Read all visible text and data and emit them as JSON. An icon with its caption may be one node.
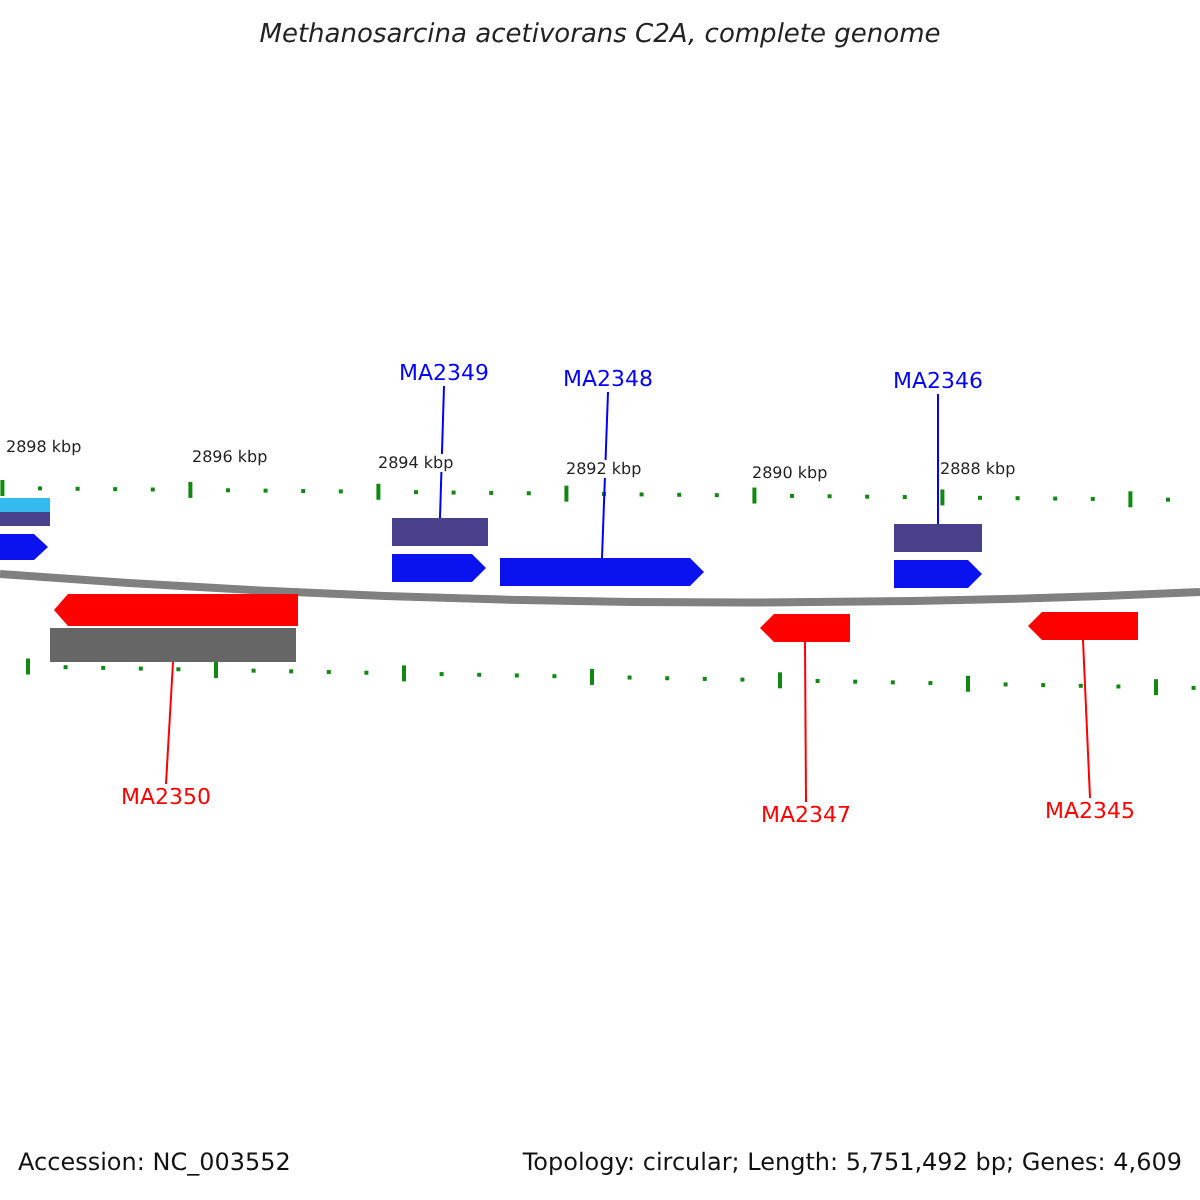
{
  "diagram": {
    "title": "Methanosarcina acetivorans C2A, complete genome",
    "nodes": [
      {
        "text": [
          "MA2349"
        ]
      },
      {
        "text": [
          "MA2348"
        ]
      },
      {
        "text": [
          "MA2346"
        ]
      },
      {
        "text": [],
        "shape": "bar"
      },
      {
        "text": [],
        "shape": "bar"
      },
      {
        "text": [],
        "shape": "bar"
      },
      {
        "text": [],
        "shape": "bar"
      },
      {
        "text": [],
        "shape": "arrow"
      },
      {
        "text": [],
        "shape": "arrow"
      },
      {
        "text": [],
        "shape": "arrow"
      },
      {
        "text": [],
        "shape": "arrow"
      },
      {
        "text": [],
        "shape": "arrow"
      },
      {
        "text": [],
        "shape": "bar"
      },
      {
        "text": [],
        "shape": "arrow"
      },
      {
        "text": [],
        "shape": "arrow"
      },
      {
        "text": [
          "MA2350"
        ]
      },
      {
        "text": [
          "MA2347"
        ]
      },
      {
        "text": [
          "MA2345"
        ]
      }
    ],
    "edges": [
      {
        "from": 0,
        "to": 5,
        "arrow": "none",
        "color": "#0000ff"
      },
      {
        "from": 1,
        "to": 9,
        "arrow": "none",
        "color": "#0000ff"
      },
      {
        "from": 2,
        "to": 6,
        "arrow": "none",
        "color": "#0000ff"
      },
      {
        "from": 15,
        "to": 12,
        "arrow": "none",
        "color": "#ff0000"
      },
      {
        "from": 16,
        "to": 13,
        "arrow": "none",
        "color": "#ff0000"
      },
      {
        "from": 17,
        "to": 14,
        "arrow": "none",
        "color": "#ff0000"
      }
    ],
    "labels": [
      "2898 kbp",
      "2896 kbp",
      "2894 kbp",
      "2892 kbp",
      "2890 kbp",
      "2888 kbp",
      "Accession: NC_003552",
      "Topology: circular; Length: 5,751,492 bp; Genes: 4,609"
    ]
  }
}
